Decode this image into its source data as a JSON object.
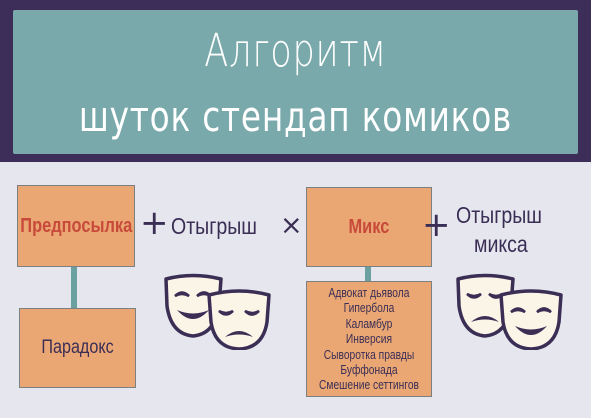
{
  "header": {
    "title_line1": "Алгоритм",
    "title_line2": "шуток стендап комиков"
  },
  "formula": {
    "premise": "Предпосылка",
    "plus1": "+",
    "playout": "Отыгрыш",
    "times": "×",
    "mix": "Микс",
    "plus2": "+",
    "mix_playout_line1": "Отыгрыш",
    "mix_playout_line2": "микса"
  },
  "premise_child": "Парадокс",
  "mix_items": [
    "Адвокат дьявола",
    "Гипербола",
    "Каламбур",
    "Инверсия",
    "Сыворотка правды",
    "Буффонада",
    "Смешение сеттингов"
  ],
  "icons": {
    "masks": "comedy-tragedy-masks-icon"
  },
  "colors": {
    "header_band": "#3c2e58",
    "title_panel": "#7aa9ab",
    "box_fill": "#eaa774",
    "accent_red": "#c84a3a",
    "text_dark": "#3a2e55",
    "connector": "#6ba0a0",
    "background": "#e6e7ee"
  }
}
